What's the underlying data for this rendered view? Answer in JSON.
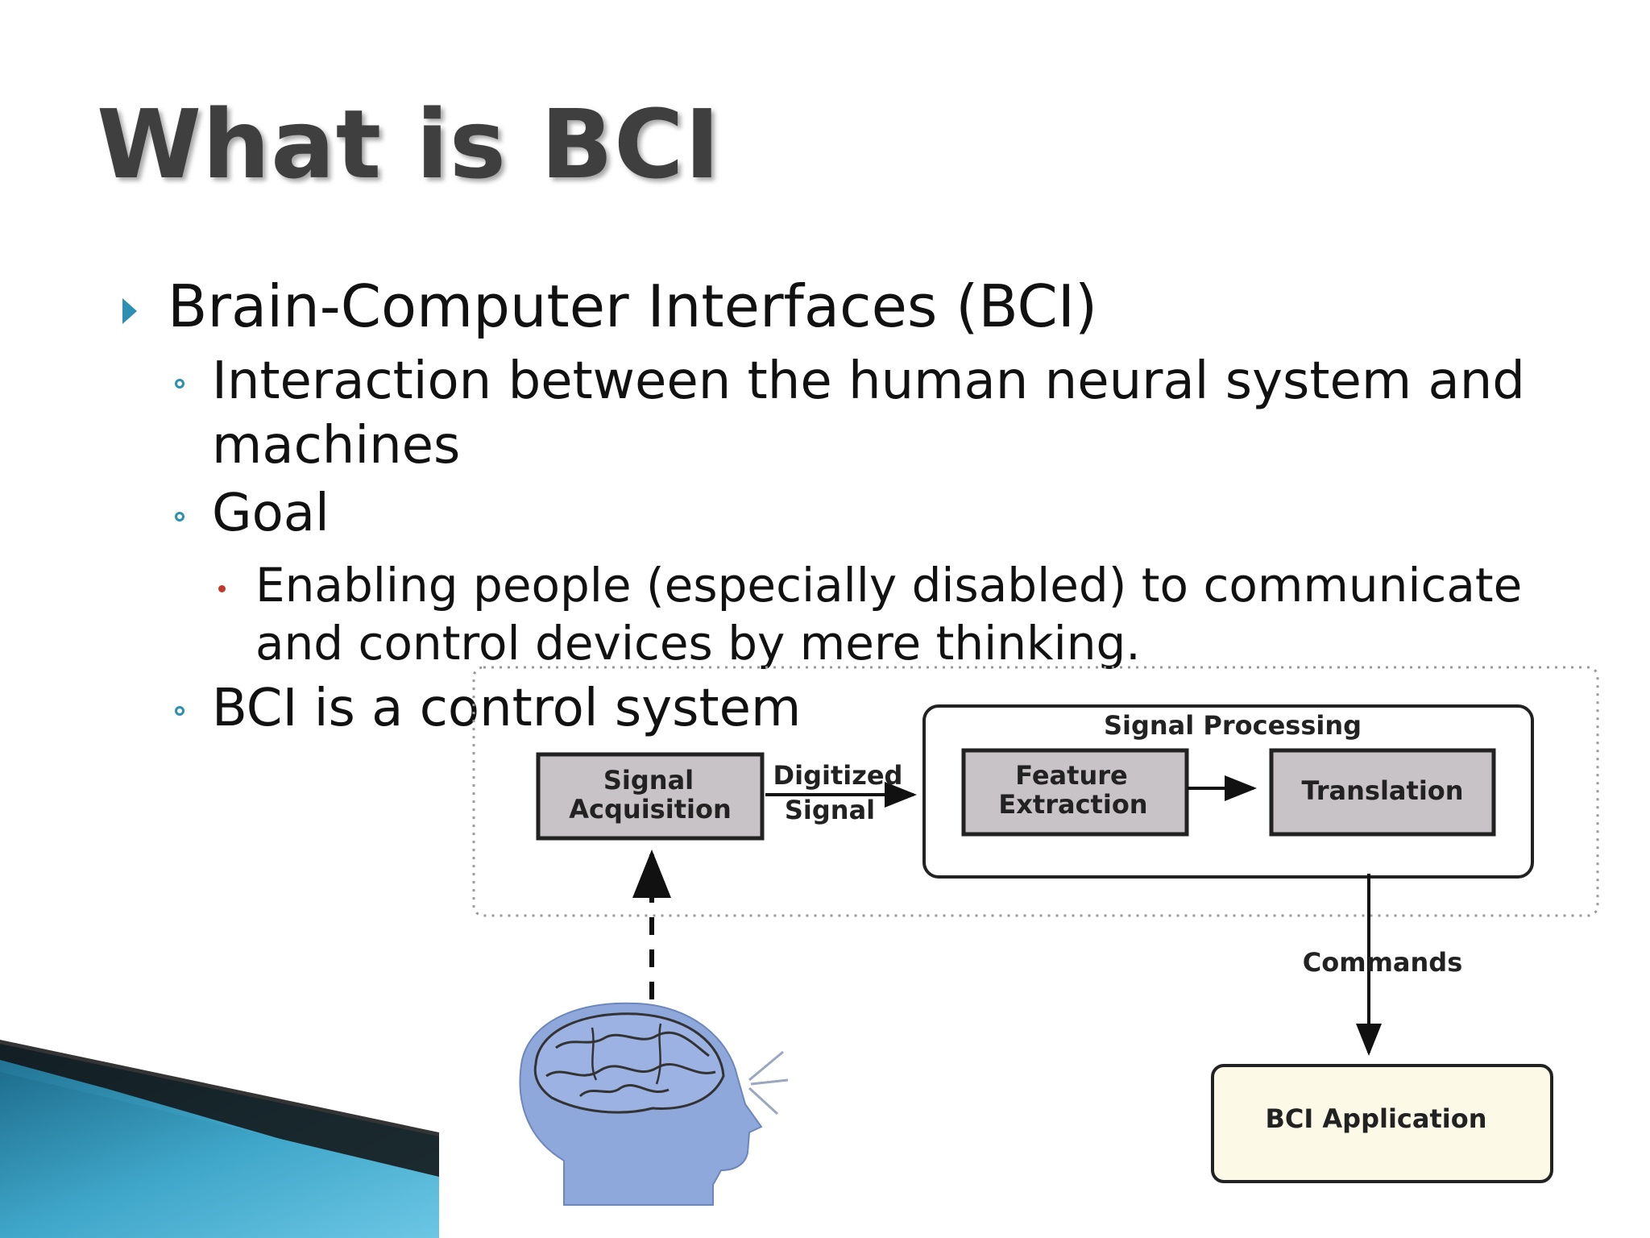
{
  "slide": {
    "title": "What is BCI",
    "bullets": {
      "b1": "Brain-Computer Interfaces (BCI)",
      "b2_line1": "Interaction between the human neural system and",
      "b2_line2": "machines",
      "b3": "Goal",
      "b4_line1": "Enabling people (especially disabled) to communicate",
      "b4_line2": "and control devices by mere thinking.",
      "b5": "BCI is a control system"
    }
  },
  "diagram": {
    "signal_processing": "Signal Processing",
    "signal_acquisition_line1": "Signal",
    "signal_acquisition_line2": "Acquisition",
    "digitized_line1": "Digitized",
    "digitized_line2": "Signal",
    "feature_extraction_line1": "Feature",
    "feature_extraction_line2": "Extraction",
    "translation": "Translation",
    "commands": "Commands",
    "bci_application": "BCI Application"
  },
  "colors": {
    "accent": "#2f8fb2",
    "box_fill": "#c8c3c6",
    "app_fill": "#fcf9e6",
    "head_fill": "#8fa8dc"
  }
}
